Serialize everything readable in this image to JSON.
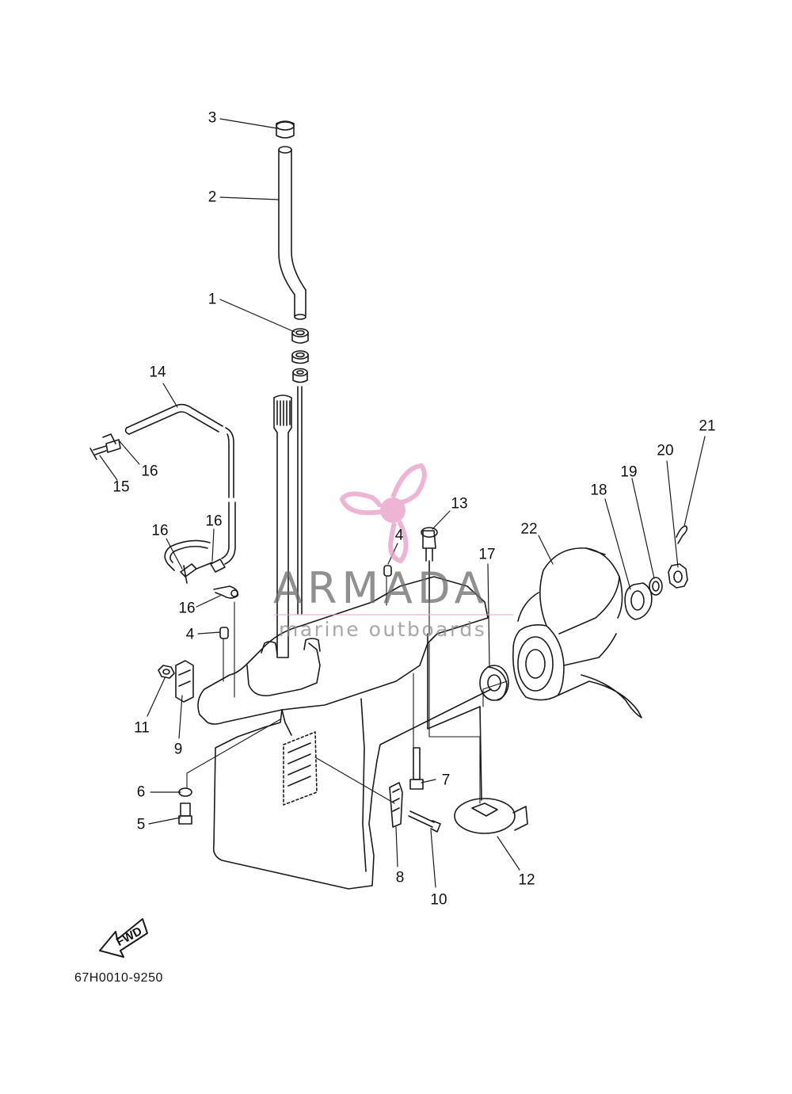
{
  "diagram": {
    "callouts": [
      {
        "id": "c3",
        "label": "3"
      },
      {
        "id": "c2",
        "label": "2"
      },
      {
        "id": "c1",
        "label": "1"
      },
      {
        "id": "c14",
        "label": "14"
      },
      {
        "id": "c16a",
        "label": "16"
      },
      {
        "id": "c15",
        "label": "15"
      },
      {
        "id": "c16b",
        "label": "16"
      },
      {
        "id": "c16c",
        "label": "16"
      },
      {
        "id": "c16d",
        "label": "16"
      },
      {
        "id": "c4a",
        "label": "4"
      },
      {
        "id": "c4b",
        "label": "4"
      },
      {
        "id": "c13",
        "label": "13"
      },
      {
        "id": "c17",
        "label": "17"
      },
      {
        "id": "c22",
        "label": "22"
      },
      {
        "id": "c18",
        "label": "18"
      },
      {
        "id": "c19",
        "label": "19"
      },
      {
        "id": "c20",
        "label": "20"
      },
      {
        "id": "c21",
        "label": "21"
      },
      {
        "id": "c11",
        "label": "11"
      },
      {
        "id": "c9",
        "label": "9"
      },
      {
        "id": "c6",
        "label": "6"
      },
      {
        "id": "c5",
        "label": "5"
      },
      {
        "id": "c7",
        "label": "7"
      },
      {
        "id": "c8",
        "label": "8"
      },
      {
        "id": "c10",
        "label": "10"
      },
      {
        "id": "c12",
        "label": "12"
      }
    ],
    "fwd_label": "FWD",
    "part_code": "67H0010-9250"
  },
  "watermark": {
    "title": "ARMADA",
    "subtitle": "marine outboards",
    "logo_color": "#e9a3c9"
  }
}
